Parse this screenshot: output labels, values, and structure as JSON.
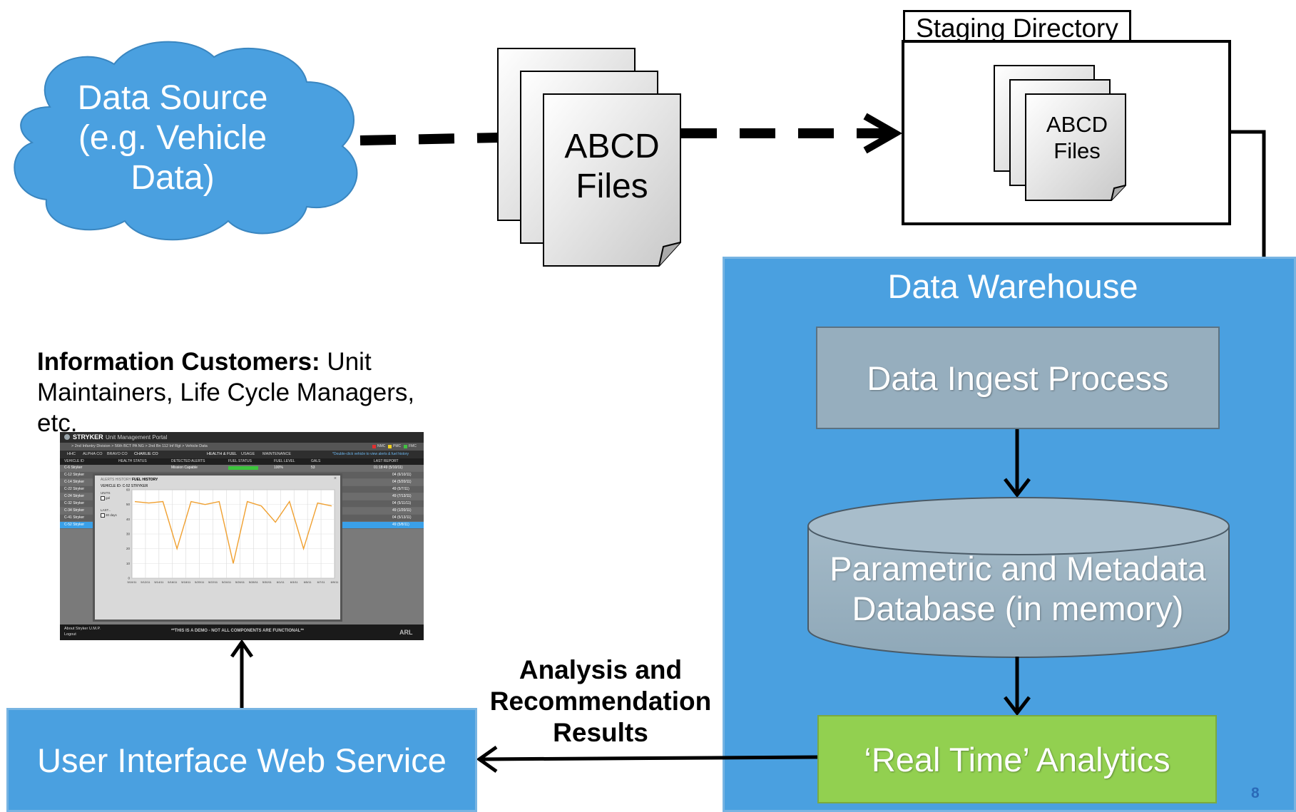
{
  "data_source": {
    "label_lines": [
      "Data Source",
      "(e.g. Vehicle",
      "Data)"
    ]
  },
  "files_main": {
    "label_lines": [
      "ABCD",
      "Files"
    ]
  },
  "staging": {
    "title": "Staging Directory",
    "files_label_lines": [
      "ABCD",
      "Files"
    ]
  },
  "warehouse": {
    "title": "Data Warehouse",
    "ingest": "Data Ingest Process",
    "database_lines": [
      "Parametric and Metadata",
      "Database (in memory)"
    ],
    "analytics": "‘Real Time’ Analytics"
  },
  "ui_service": {
    "label": "User Interface Web Service"
  },
  "results_label_lines": [
    "Analysis and",
    "Recommendation",
    "Results"
  ],
  "customers": {
    "bold": "Information Customers:",
    "text_lines": [
      " Unit",
      "Maintainers, Life Cycle Managers,",
      "etc."
    ]
  },
  "slide_number": "8",
  "screenshot": {
    "app_title": "STRYKER",
    "app_subtitle": "Unit Management Portal",
    "breadcrumb": "> 2nd Infantry Division > 56th BCT PA NG > 2nd Bn 112 Inf Rgt > Vehicle Data",
    "tabs": [
      "HHC",
      "ALPHA CO",
      "BRAVO CO",
      "CHARLIE CO"
    ],
    "sub_tabs": [
      "HEALTH & FUEL",
      "USAGE",
      "MAINTENANCE"
    ],
    "hint": "*Double-click vehicle to view alerts & fuel history",
    "columns": [
      "VEHICLE ID",
      "HEALTH STATUS",
      "DETECTED ALERTS",
      "FUEL STATUS",
      "FUEL LEVEL",
      "GALS",
      "LAST REPORT"
    ],
    "vehicles": [
      "C-6 Stryker",
      "C-12 Stryker",
      "C-14 Stryker",
      "C-22 Stryker",
      "C-24 Stryker",
      "C-32 Stryker",
      "C-34 Stryker",
      "C-41 Stryker",
      "C-52 Stryker"
    ],
    "first_row": {
      "detected": "Mission Capable",
      "fuel_level": "100%",
      "gals": "53",
      "last_report": "01:18:49 (5/10/11)"
    },
    "last_reports": [
      "04 (6/10/11)",
      "04 (5/20/11)",
      "49 (5/7/11)",
      "49 (7/13/11)",
      "04 (5/11/11)",
      "49 (1/20/11)",
      "04 (5/13/11)",
      "49 (5/8/11)"
    ],
    "popup": {
      "tabs": [
        "ALERTS HISTORY",
        "FUEL HISTORY"
      ],
      "vehicle_id": "VEHICLE ID:  C-52 STRYKER",
      "units_label": "UNITS",
      "units_option": "gal",
      "last_label": "LAST...",
      "last_option": "30 days",
      "y_ticks": [
        "0",
        "10",
        "20",
        "30",
        "40",
        "50",
        "60"
      ],
      "x_ticks": [
        "5/10/11",
        "5/12/11",
        "5/14/11",
        "5/16/11",
        "5/18/11",
        "5/20/11",
        "5/22/11",
        "5/24/11",
        "5/26/11",
        "5/28/11",
        "5/30/11",
        "6/1/11",
        "6/3/11",
        "6/5/11",
        "6/7/11",
        "6/9/11"
      ],
      "line_values": [
        52,
        51,
        52,
        20,
        52,
        50,
        52,
        10,
        52,
        49,
        38,
        52,
        20,
        51,
        49
      ]
    },
    "footer_left_lines": [
      "About Stryker U.M.P.",
      "Logout"
    ],
    "footer_center": "**THIS IS A DEMO - NOT ALL COMPONENTS ARE FUNCTIONAL**",
    "footer_right": "ARL",
    "legend": [
      "NMC",
      "PMC",
      "FMC"
    ]
  }
}
